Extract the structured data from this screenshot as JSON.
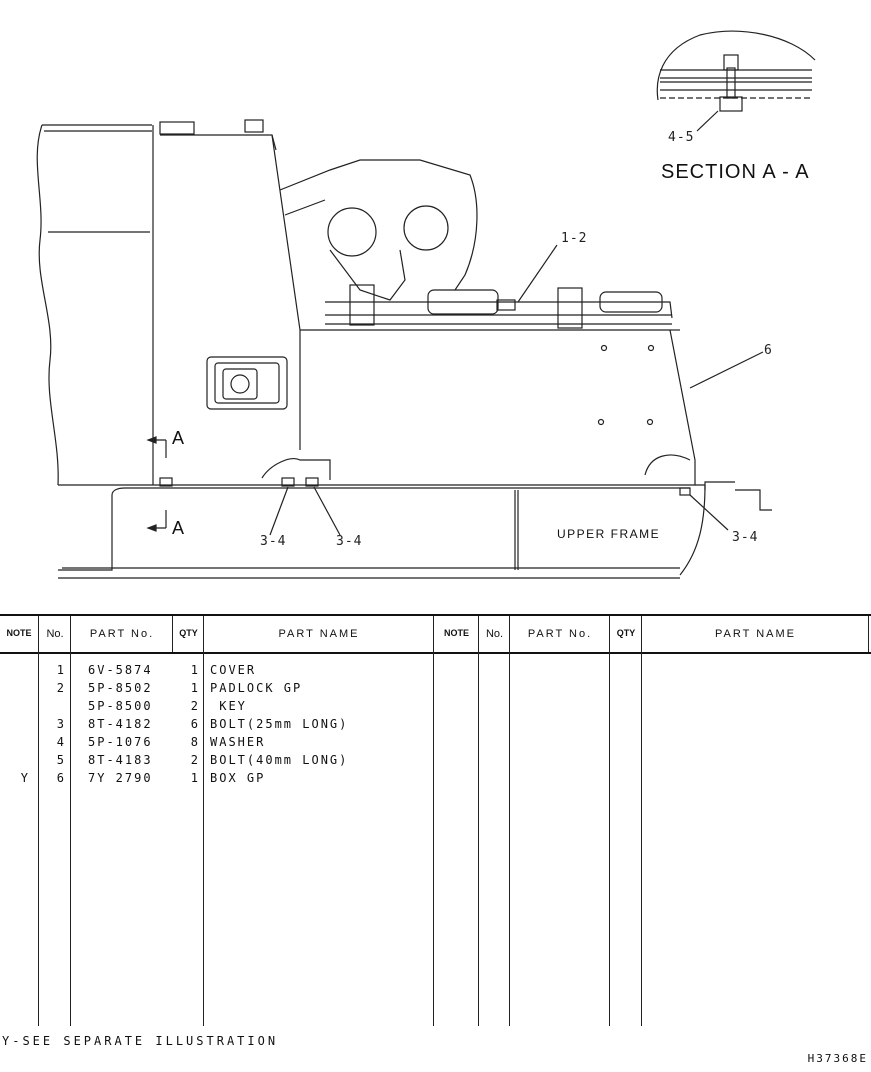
{
  "drawing": {
    "section_title": "SECTION A - A",
    "frame_label": "UPPER FRAME",
    "callouts": {
      "c45": "4-5",
      "c12": "1-2",
      "c6": "6",
      "c34a": "3-4",
      "c34b": "3-4",
      "c34c": "3-4"
    },
    "section_mark_top": "A",
    "section_mark_bottom": "A"
  },
  "table": {
    "headers": {
      "note": "NOTE",
      "no": "No.",
      "part_no": "PART No.",
      "qty": "QTY",
      "part_name": "PART NAME"
    },
    "rows": [
      {
        "note": "",
        "no": "1",
        "part_no": "6V-5874",
        "qty": "1",
        "name": "COVER"
      },
      {
        "note": "",
        "no": "2",
        "part_no": "5P-8502",
        "qty": "1",
        "name": "PADLOCK GP"
      },
      {
        "note": "",
        "no": "",
        "part_no": "5P-8500",
        "qty": "2",
        "name": " KEY"
      },
      {
        "note": "",
        "no": "3",
        "part_no": "8T-4182",
        "qty": "6",
        "name": "BOLT(25mm LONG)"
      },
      {
        "note": "",
        "no": "4",
        "part_no": "5P-1076",
        "qty": "8",
        "name": "WASHER"
      },
      {
        "note": "",
        "no": "5",
        "part_no": "8T-4183",
        "qty": "2",
        "name": "BOLT(40mm LONG)"
      },
      {
        "note": "Y",
        "no": "6",
        "part_no": "7Y 2790",
        "qty": "1",
        "name": "BOX GP"
      }
    ]
  },
  "footnote": "Y-SEE SEPARATE ILLUSTRATION",
  "drawing_number": "H37368E"
}
